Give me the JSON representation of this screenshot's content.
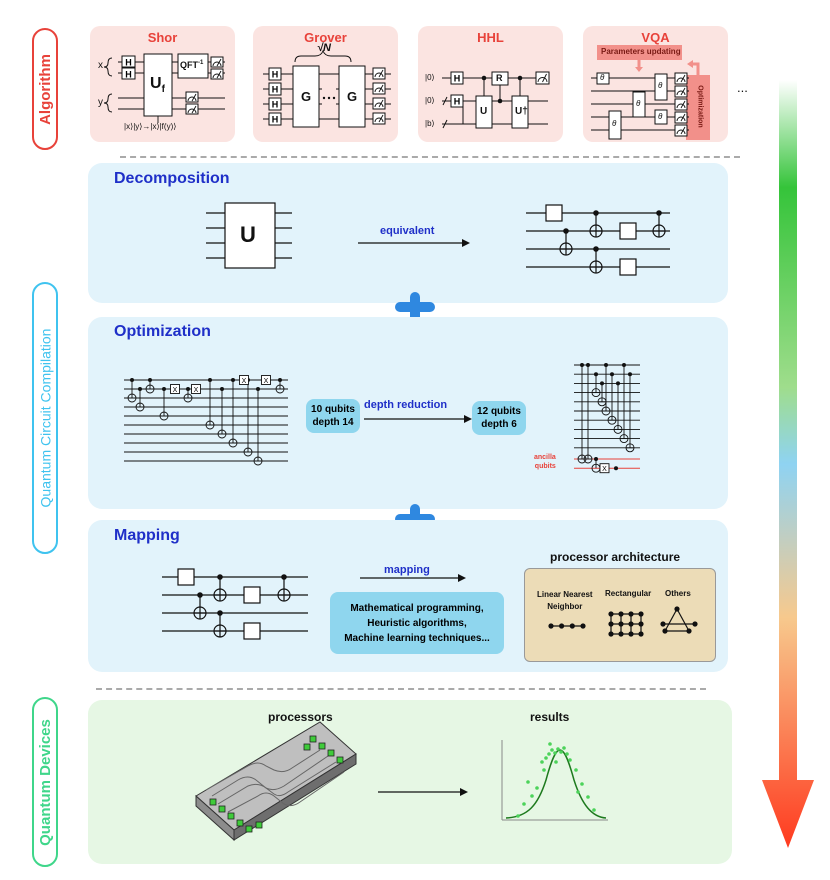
{
  "side_labels": {
    "algorithm": "Algorithm",
    "compilation": "Quantum Circuit Compilation",
    "devices": "Quantum Devices"
  },
  "algorithms": {
    "shor": "Shor",
    "grover": "Grover",
    "hhl": "HHL",
    "vqa": "VQA",
    "ellipsis": "...",
    "shor_x": "x",
    "shor_y": "y",
    "shor_uf": "U",
    "shor_uf_sub": "f",
    "shor_qft": "QFT",
    "shor_qft_sup": "-1",
    "shor_bottom": "|x⟩|y⟩→|x⟩|f(y)⟩",
    "grover_sqrt": "√N",
    "grover_g": "G",
    "hhl_k0a": "|0⟩",
    "hhl_k0b": "|0⟩",
    "hhl_kb": "|b⟩",
    "hhl_u": "U",
    "hhl_ud": "U†",
    "hhl_r": "R",
    "vqa_params": "Parameters updating",
    "vqa_opt": "Optimization",
    "vqa_theta": "θ"
  },
  "decomposition": {
    "title": "Decomposition",
    "gate": "U",
    "arrow_label": "equivalent"
  },
  "optimization": {
    "title": "Optimization",
    "before": "10 qubits\ndepth 14",
    "arrow_label": "depth reduction",
    "after": "12 qubits\ndepth 6",
    "ancilla": "ancilla\nqubits",
    "x_gate": "X"
  },
  "mapping": {
    "title": "Mapping",
    "arrow_label": "mapping",
    "methods": "Mathematical programming,\nHeuristic algorithms,\nMachine learning techniques...",
    "arch_title": "processor architecture",
    "arch_lnn": "Linear Nearest\nNeighbor",
    "arch_rect": "Rectangular",
    "arch_others": "Others"
  },
  "devices": {
    "processors": "processors",
    "results": "results"
  },
  "colors": {
    "algo_card": "#fbe4e1",
    "compile_panel": "#e2f3fb",
    "devices_panel": "#e6f7e4",
    "title_blue": "#1f2fc8",
    "algo_red": "#e8423a",
    "compile_label": "#3fc3ef",
    "devices_label": "#3fd68a"
  }
}
